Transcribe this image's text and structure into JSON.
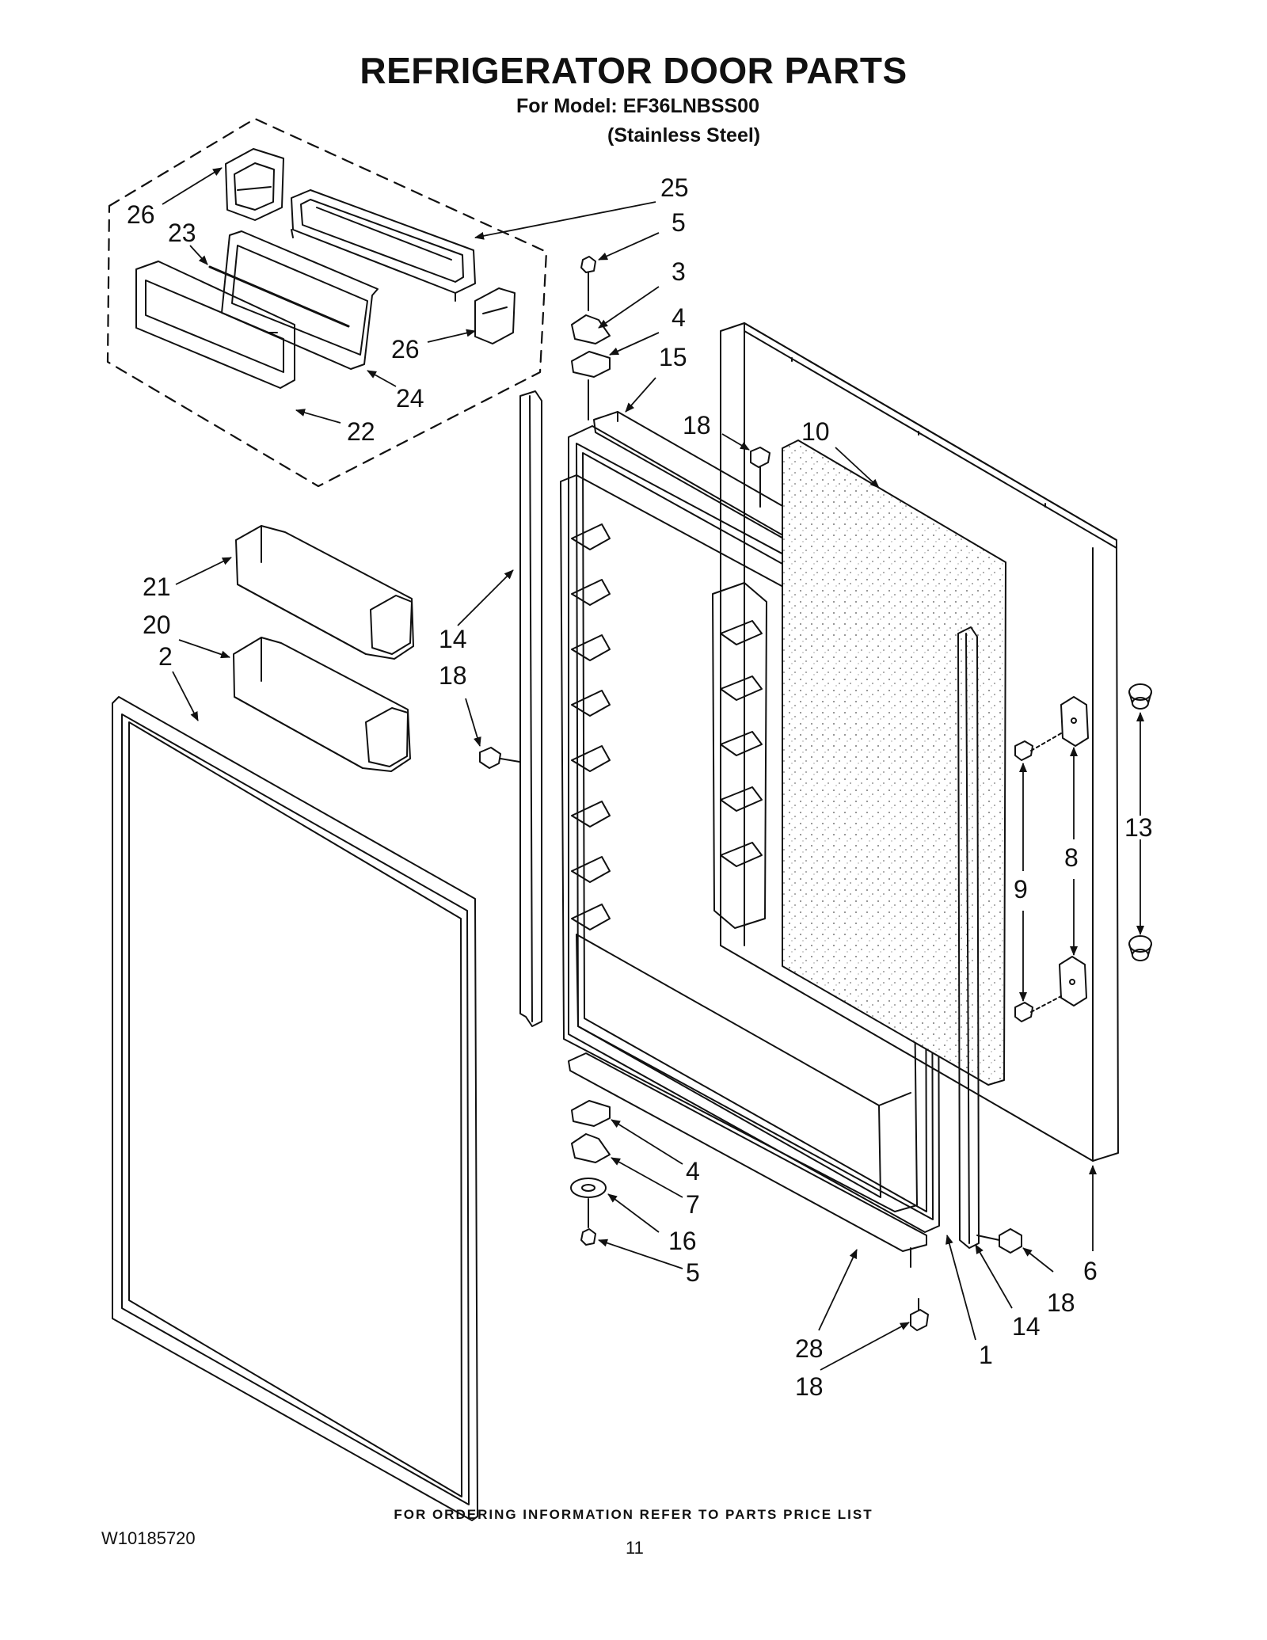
{
  "header": {
    "title": "REFRIGERATOR DOOR PARTS",
    "model_line": "For Model: EF36LNBSS00",
    "finish_line": "(Stainless Steel)"
  },
  "footer": {
    "ordering_note": "FOR ORDERING INFORMATION REFER TO PARTS PRICE LIST",
    "document_number": "W10185720",
    "page_number": "11"
  },
  "callouts": {
    "c26a": "26",
    "c23": "23",
    "c25": "25",
    "c5a": "5",
    "c3": "3",
    "c4a": "4",
    "c26b": "26",
    "c24": "24",
    "c22": "22",
    "c15": "15",
    "c18a": "18",
    "c10": "10",
    "c21": "21",
    "c20": "20",
    "c2": "2",
    "c14a": "14",
    "c18b": "18",
    "c13": "13",
    "c8": "8",
    "c9": "9",
    "c4b": "4",
    "c7": "7",
    "c16": "16",
    "c5b": "5",
    "c28": "28",
    "c18c": "18",
    "c1": "1",
    "c14b": "14",
    "c18d": "18",
    "c6": "6"
  }
}
